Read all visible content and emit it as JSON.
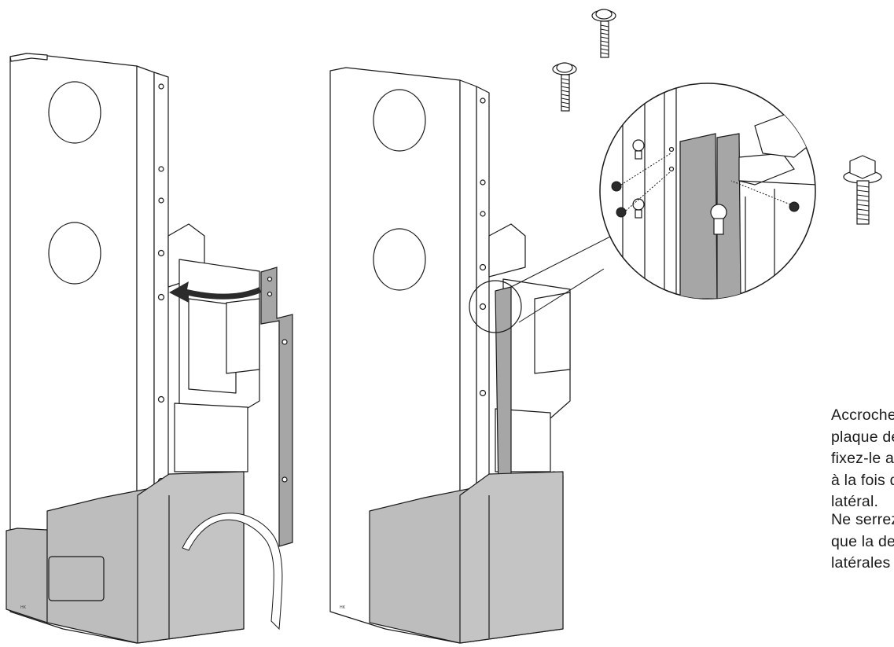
{
  "instructions": {
    "paragraph1": [
      "Accrochez le profilé latéral",
      "plaque de la pierre latérale",
      "fixez-le avec des vis sur le",
      "à la fois dans le poêle et da",
      "latéral."
    ],
    "paragraph2": [
      "Ne serrez pas les vis dans",
      "que la deuxième rangée de",
      "latérales soit en place."
    ]
  },
  "labels": {
    "left_tag": "HK",
    "right_tag": "HK"
  },
  "colors": {
    "line": "#1a1a1a",
    "stone_gray": "#bdbdbd",
    "profile_gray": "#a6a6a6",
    "arrow": "#2b2b2b"
  },
  "icons": [
    "flange-screw-icon",
    "flange-screw-icon",
    "hex-bolt-icon",
    "curved-arrow-icon"
  ]
}
